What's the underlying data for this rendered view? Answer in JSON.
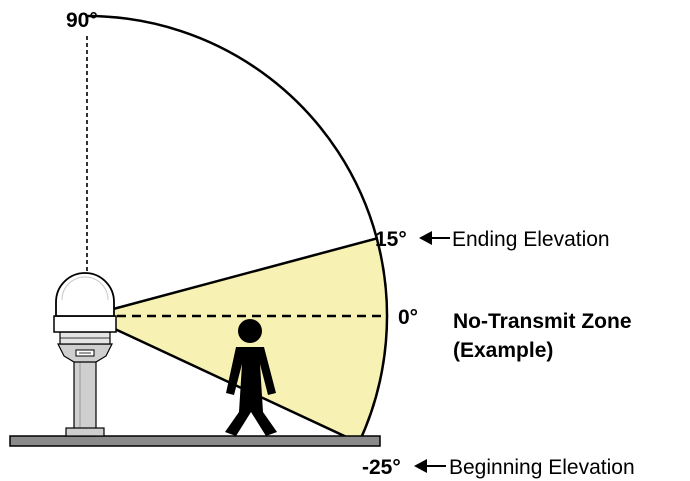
{
  "angles": {
    "top": "90°",
    "ending": "15°",
    "zero": "0°",
    "beginning": "-25°"
  },
  "annotations": {
    "ending_label": "Ending Elevation",
    "beginning_label": "Beginning Elevation",
    "zone_title": "No-Transmit Zone",
    "zone_subtitle": "(Example)"
  },
  "zone": {
    "start_elevation_deg": -25,
    "end_elevation_deg": 15
  },
  "colors": {
    "zone_fill": "#f7f2b4",
    "deck": "#8a8a8a",
    "pedestal": "#cfcfcf",
    "figure": "#000000"
  },
  "icons": {
    "antenna": "marine-satellite-antenna-icon",
    "person": "person-silhouette-icon",
    "arrow": "left-arrow-icon"
  }
}
